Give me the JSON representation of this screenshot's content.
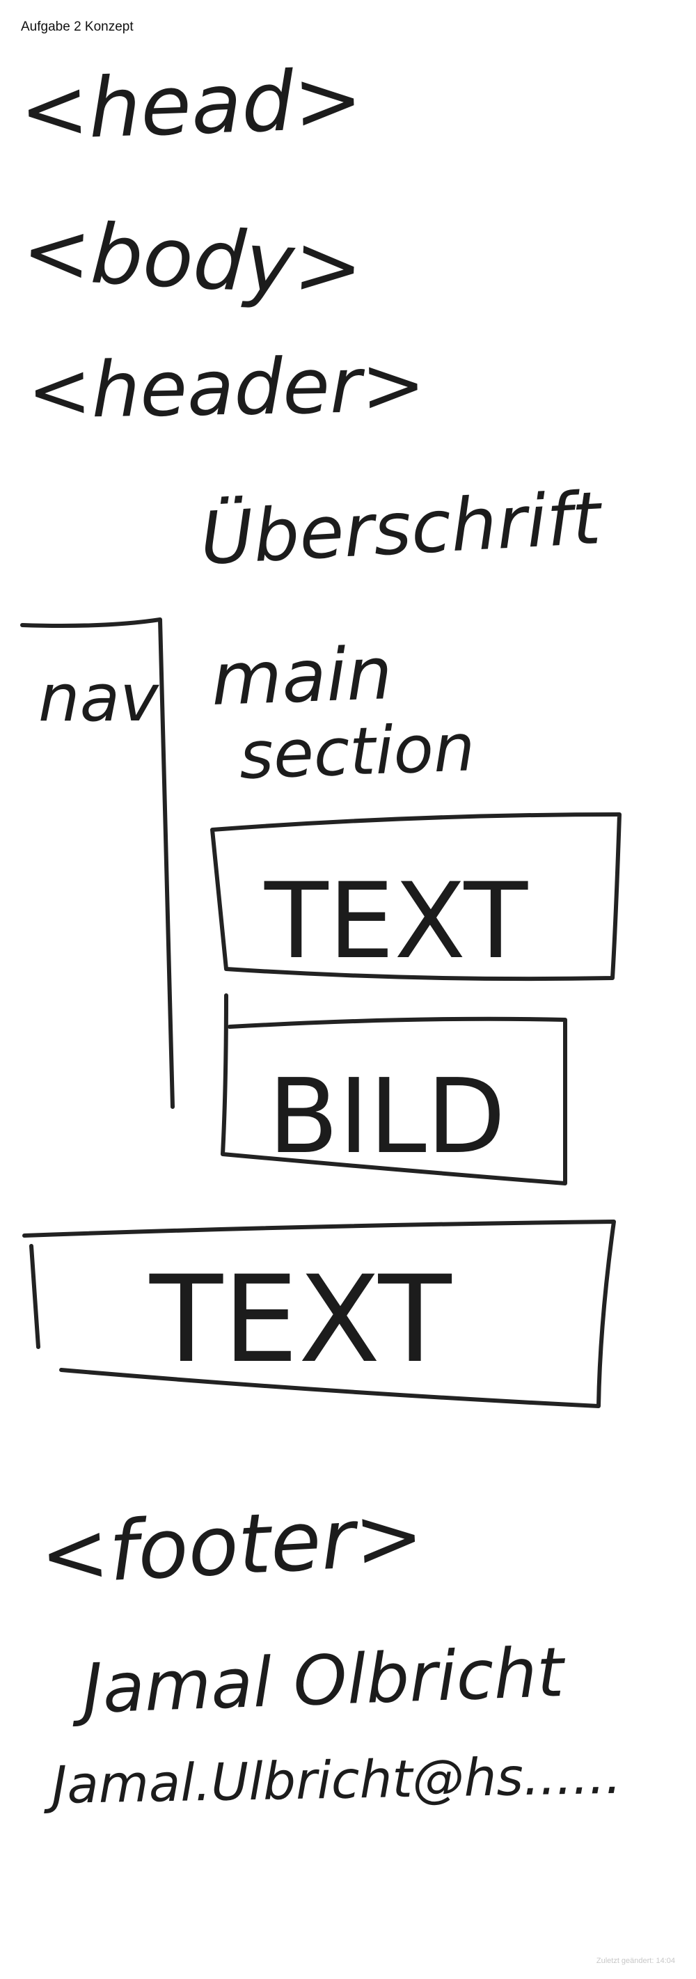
{
  "note": {
    "title": "Aufgabe 2 Konzept",
    "last_changed": "Zuletzt geändert: 14:04"
  },
  "sketch": {
    "head_tag": "<head>",
    "body_tag": "<body>",
    "header_tag": "<header>",
    "heading_word": "Überschrift",
    "nav_label": "nav",
    "main_label": "main",
    "section_label": "section",
    "text_box_1": "TEXT",
    "image_box": "BILD",
    "text_box_2": "TEXT",
    "footer_tag": "<footer>",
    "author_name": "Jamal Olbricht",
    "author_email": "Jamal.Ulbricht@hs......"
  }
}
